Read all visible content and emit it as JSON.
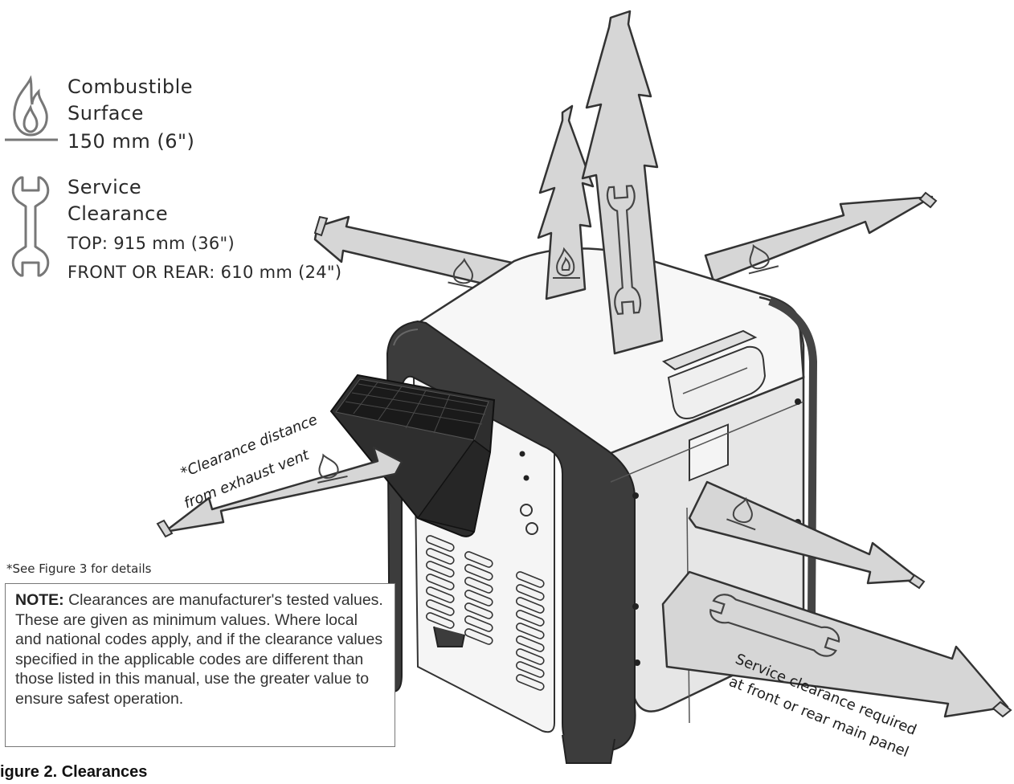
{
  "legend": {
    "combustible": {
      "line1": "Combustible",
      "line2": "Surface",
      "value": "150 mm (6\")",
      "icon": "flame-icon"
    },
    "service": {
      "line1": "Service",
      "line2": "Clearance",
      "top": "TOP:  915 mm (36\")",
      "front_rear": "FRONT OR REAR: 610 mm (24\")",
      "icon": "wrench-icon"
    }
  },
  "callouts": {
    "exhaust_line1": "*Clearance distance",
    "exhaust_line2": "from exhaust vent",
    "service_line1": "Service clearance required",
    "service_line2": "at front or rear main panel"
  },
  "footnote": "*See Figure 3 for details",
  "note": {
    "label": "NOTE:",
    "text": "Clearances are manufacturer's tested values. These are given as minimum values. Where local and national codes apply, and if the clearance values specified in the applicable codes are different than those listed in this manual, use the greater value to ensure safest operation."
  },
  "caption": "igure 2.  Clearances",
  "colors": {
    "arrow_fill": "#d4d4d4",
    "arrow_stroke": "#333333",
    "bezel": "#3a3a3a",
    "panel": "#e7e7e7"
  }
}
